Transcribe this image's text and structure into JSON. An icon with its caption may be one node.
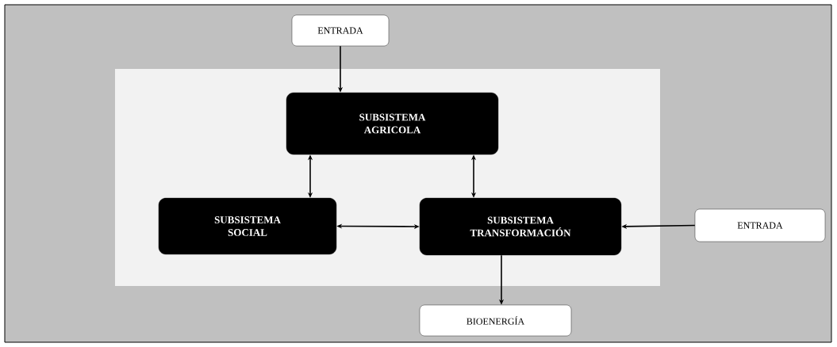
{
  "diagram": {
    "nodes": [
      {
        "text": [
          "ENTRADA"
        ]
      },
      {
        "text": [
          "SUBSISTEMA AGRICOLA"
        ]
      },
      {
        "text": [
          "SUBSISTEMA SOCIAL"
        ]
      },
      {
        "text": [
          "SUBSISTEMA TRANSFORMACIÓN"
        ]
      },
      {
        "text": [
          "ENTRADA"
        ]
      },
      {
        "text": [
          "BIOENERGÍA"
        ]
      }
    ],
    "edges": [
      {
        "from": 0,
        "to": 1,
        "arrow": "to"
      },
      {
        "from": 1,
        "to": 2,
        "arrow": "both"
      },
      {
        "from": 1,
        "to": 3,
        "arrow": "both"
      },
      {
        "from": 2,
        "to": 3,
        "arrow": "both"
      },
      {
        "from": 4,
        "to": 3,
        "arrow": "to"
      },
      {
        "from": 3,
        "to": 5,
        "arrow": "to"
      }
    ]
  }
}
